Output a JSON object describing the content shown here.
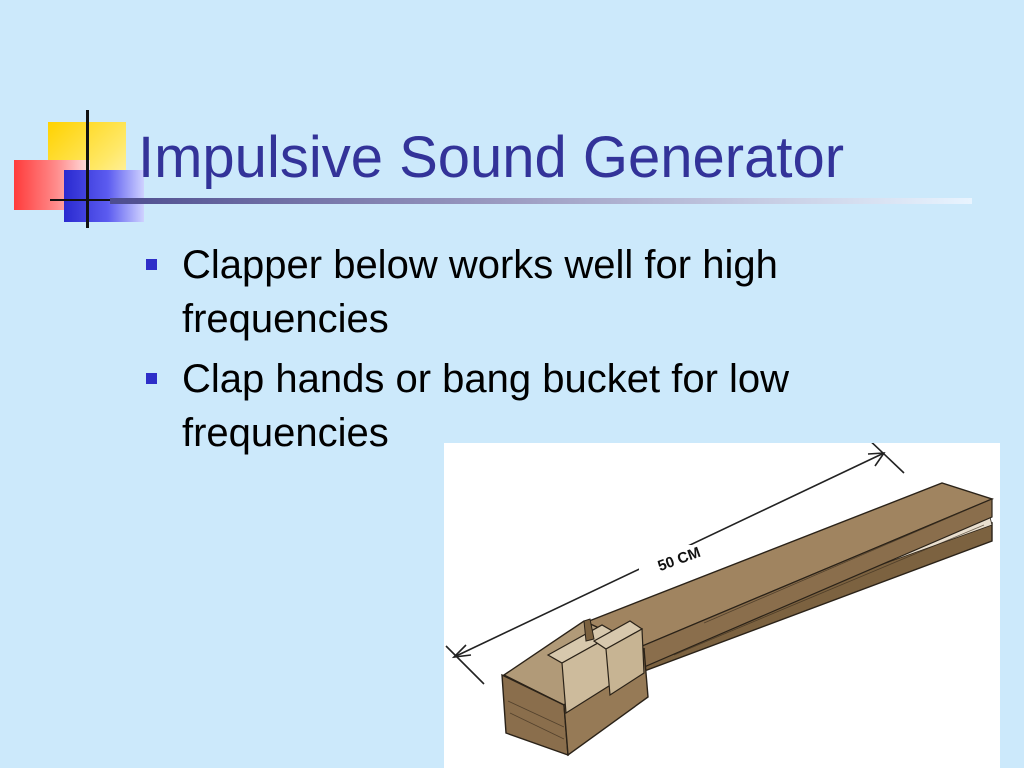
{
  "slide": {
    "title": "Impulsive Sound Generator",
    "bullets": [
      {
        "text": "Clapper below works well for high frequencies"
      },
      {
        "text": "Clap hands or bang bucket for low frequencies"
      }
    ]
  },
  "illustration": {
    "dimension_label": "50 CM",
    "subject": "wooden-clapper",
    "colors": {
      "wood": "#a08460",
      "wood_dark": "#7c6240",
      "outline": "#2a2218"
    }
  },
  "theme": {
    "background": "#cce9fb",
    "title_color": "#333399",
    "bullet_color": "#2e2ec8"
  }
}
